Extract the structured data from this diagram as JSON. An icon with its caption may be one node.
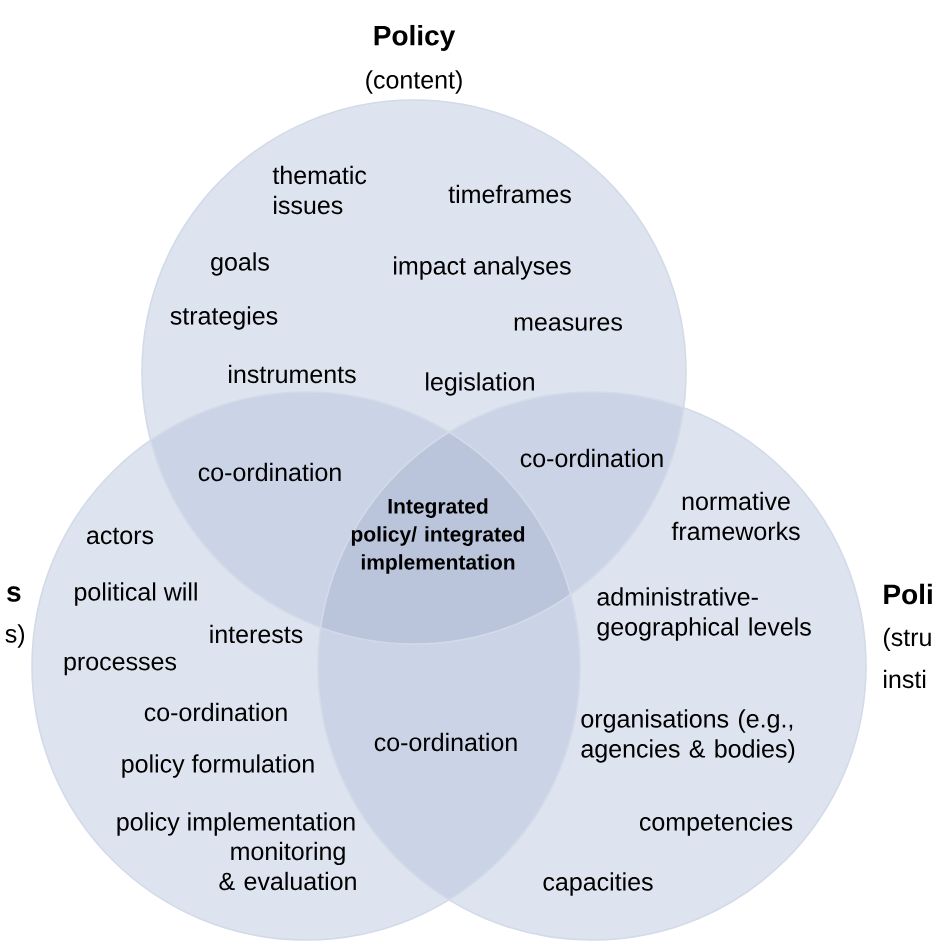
{
  "diagram": {
    "nodes": [
      {
        "text": [
          "Policy",
          "(content)"
        ]
      },
      {
        "text": [
          "s",
          "s)"
        ]
      },
      {
        "text": [
          "Poli",
          "(stru insti"
        ]
      }
    ],
    "labels": [
      "thematic issues",
      "timeframes",
      "goals",
      "impact analyses",
      "strategies",
      "measures",
      "instruments",
      "legislation",
      "co-ordination",
      "co-ordination",
      "normative frameworks",
      "actors",
      "Integrated policy/ integrated implementation",
      "political will",
      "administrative- geographical levels",
      "interests",
      "processes",
      "co-ordination",
      "organisations (e.g., agencies & bodies)",
      "policy formulation",
      "co-ordination",
      "policy implementation",
      "competencies",
      "monitoring & evaluation",
      "capacities"
    ]
  }
}
